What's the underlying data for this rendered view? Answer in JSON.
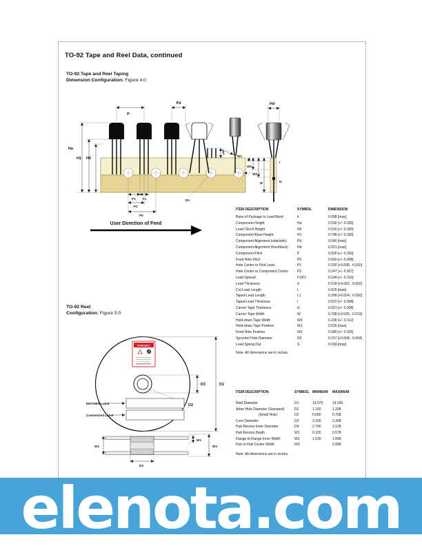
{
  "page": {
    "title": "TO-92 Tape and Reel Data, continued",
    "date_text": "July 2000"
  },
  "figure4": {
    "heading": "TO-92 Tape and Reel Taping",
    "config_label": "Dimension Configuration:",
    "config_value": "Figure 4.0",
    "feed_text": "User Direction of Feed",
    "labels": {
      "p": "P",
      "pd": "Pd",
      "hd": "Hd",
      "ha": "Ha",
      "h1": "H1",
      "h0": "H0",
      "l": "L",
      "s": "S",
      "w1": "W1",
      "w0": "W0",
      "w2": "W2",
      "w": "W",
      "t": "t",
      "t1": "t1",
      "p1": "P1",
      "f1": "F1",
      "p2": "P2",
      "p0": "P0",
      "d0": "D0"
    }
  },
  "figure5": {
    "heading": "TO-92 Reel",
    "config_label": "Configuration:",
    "config_value": "Figure 5.0",
    "labels": {
      "d1": "D1",
      "d2": "D2",
      "d3": "D3",
      "mother": "MOTHER Label",
      "customized": "Customized Label",
      "w1": "W1",
      "w2": "W2",
      "w3": "W3",
      "d3_section": "D3",
      "brand": "FAIRCHILD"
    }
  },
  "taping_table": {
    "headers": [
      "ITEM DESCRIPTION",
      "SYMBOL",
      "DIMENSION"
    ],
    "rows": [
      [
        "Base of Package to Lead Bend",
        "b",
        "0.098 [max]"
      ],
      [
        "Component Height",
        "Ha",
        "0.500 [+/- 0.025]"
      ],
      [
        "Lead Clinch Height",
        "H0",
        "0.630 [+/- 0.020]"
      ],
      [
        "Component Base Height",
        "H1",
        "0.748 [+/- 0.020]"
      ],
      [
        "Component Alignment (side/side)",
        "Pd",
        "0.040 [max]"
      ],
      [
        "Component Alignment (front/back)",
        "Hd",
        "0.021 [max]"
      ],
      [
        "Component Pitch",
        "P",
        "0.500 [+/- 0.020]"
      ],
      [
        "Feed Hole Pitch",
        "P0",
        "0.500 [+/- 0.008]"
      ],
      [
        "Hole Centre to First Lead",
        "P1",
        "0.150 [+0.008, -0.010]"
      ],
      [
        "Hole Centre to Component Centre",
        "P2",
        "0.247 [+/- 0.007]"
      ],
      [
        "Lead Spread",
        "F1/F2",
        "0.194 [+/- 0.010]"
      ],
      [
        "Lead Thickness",
        "d",
        "0.018 [+0.002, -0.002]"
      ],
      [
        "Cut Lead Length",
        "L",
        "0.429 [max]"
      ],
      [
        "Taped Lead Length",
        "L1",
        "0.399 [+0.004, -0.050]"
      ],
      [
        "Taped Lead Thickness",
        "t",
        "0.022 [+/- 0.008]"
      ],
      [
        "Carrier Tape Thickness",
        "t1",
        "0.021 [+/- 0.008]"
      ],
      [
        "Carrier Tape Width",
        "W",
        "0.708 [+0.039, -0.019]"
      ],
      [
        "Hold-down Tape Width",
        "W0",
        "0.236 [+/- 0.012]"
      ],
      [
        "Hold-down Tape Position",
        "W1",
        "0.035 [max]"
      ],
      [
        "Feed Hole Position",
        "W2",
        "0.380 [+/- 0.025]"
      ],
      [
        "Sprocket Hole Diameter",
        "D0",
        "0.157 [+0.008, -0.004]"
      ],
      [
        "Lead Spring Out",
        "S",
        "0.034 [max]"
      ]
    ],
    "note": "Note: All dimensions are in inches."
  },
  "reel_table": {
    "headers": [
      "ITEM DESCRIPTION",
      "SYMBOL",
      "MINIMUM",
      "MAXIMUM"
    ],
    "rows": [
      [
        "Reel Diameter",
        "D1",
        "13.975",
        "14.035"
      ],
      [
        "Arbor Hole Diameter (Standard)",
        "D2",
        "1.160",
        "1.208"
      ],
      [
        "(Small Hole)",
        "D2",
        "0.680",
        "0.708"
      ],
      [
        "Core Diameter",
        "D3",
        "3.100",
        "3.308"
      ],
      [
        "Hub Recess Inner Diameter",
        "D4",
        "2.700",
        "3.108"
      ],
      [
        "Hub Recess Depth",
        "W1",
        "0.320",
        "0.578"
      ],
      [
        "Flange to Flange Inner Width",
        "W2",
        "1.630",
        "1.898"
      ],
      [
        "Hub to Hub Center Width",
        "W3",
        "",
        "2.898"
      ]
    ],
    "note": "Note: All dimensions are in inches."
  },
  "banner": {
    "text": "elenota.com",
    "color": "#47a4d9"
  },
  "colors": {
    "tape_light": "#f6efcd",
    "tape_dark": "#e9d795",
    "label_red": "#cc2229"
  }
}
